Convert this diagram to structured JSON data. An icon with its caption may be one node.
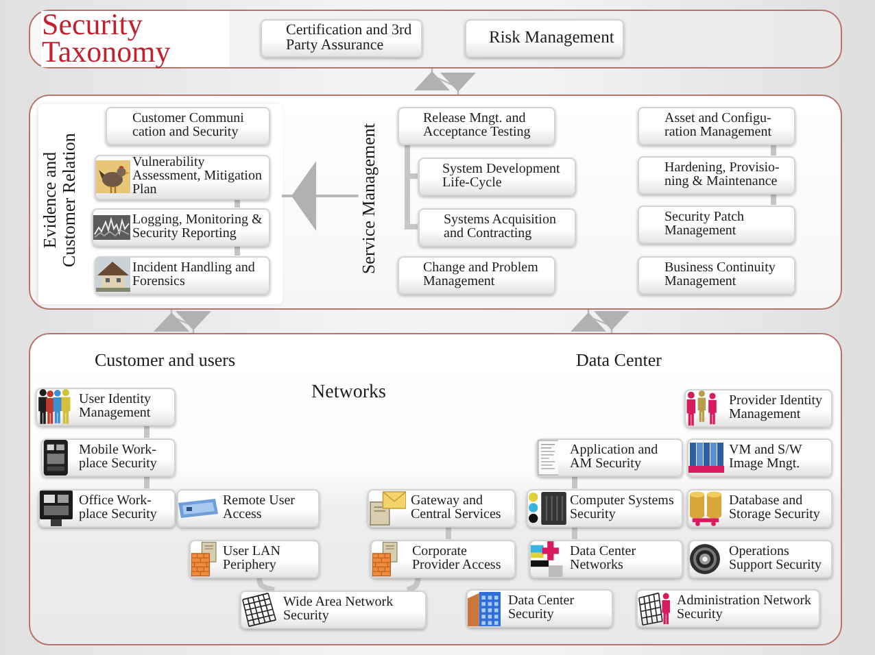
{
  "diagram": {
    "title": "Security Taxonomy",
    "nodes": [
      {
        "text": [],
        "shape": "box"
      },
      {
        "text": [
          "Certification and 3rd Party Assurance"
        ],
        "in": 0
      },
      {
        "text": [
          "Risk Management"
        ],
        "in": 0
      },
      {
        "text": [],
        "shape": "box"
      },
      {
        "text": [
          "Evidence and Customer Relation"
        ],
        "in": 3
      },
      {
        "text": [
          "Customer Communi cation and Security"
        ],
        "in": 4
      },
      {
        "text": [
          "Vulnerability Assessment, Mitigation Plan"
        ],
        "in": 4
      },
      {
        "text": [
          "Logging, Monitoring & Security Reporting"
        ],
        "in": 4
      },
      {
        "text": [
          "Incident Handling and Forensics"
        ],
        "in": 4
      },
      {
        "text": [
          "Service Management"
        ],
        "in": 3
      },
      {
        "text": [
          "Release Mngt. and Acceptance Testing"
        ],
        "in": 3
      },
      {
        "text": [
          "System Development Life-Cycle"
        ],
        "in": 3
      },
      {
        "text": [
          "Systems Acquisition and Contracting"
        ],
        "in": 3
      },
      {
        "text": [
          "Change and Problem Management"
        ],
        "in": 3
      },
      {
        "text": [
          "Asset and Configu- ration Management"
        ],
        "in": 3
      },
      {
        "text": [
          "Hardening, Provisio- ning & Maintenance"
        ],
        "in": 3
      },
      {
        "text": [
          "Security Patch Management"
        ],
        "in": 3
      },
      {
        "text": [
          "Business Continuity Management"
        ],
        "in": 3
      },
      {
        "text": [],
        "shape": "box"
      },
      {
        "text": [
          "User Identity Management"
        ],
        "in": 18
      },
      {
        "text": [
          "Provider Identity Management"
        ],
        "in": 18
      },
      {
        "text": [
          "Mobile Work- place Security"
        ],
        "in": 18
      },
      {
        "text": [
          "Application and AM Security"
        ],
        "in": 18
      },
      {
        "text": [
          "VM and S/W Image Mngt."
        ],
        "in": 18
      },
      {
        "text": [
          "Office Work- place Security"
        ],
        "in": 18
      },
      {
        "text": [
          "Remote User Access"
        ],
        "in": 18
      },
      {
        "text": [
          "Gateway and Central Services"
        ],
        "in": 18
      },
      {
        "text": [
          "Computer Systems Security"
        ],
        "in": 18
      },
      {
        "text": [
          "Database and Storage Security"
        ],
        "in": 18
      },
      {
        "text": [
          "User LAN Periphery"
        ],
        "in": 18
      },
      {
        "text": [
          "Corporate Provider Access"
        ],
        "in": 18
      },
      {
        "text": [
          "Data Center Networks"
        ],
        "in": 18
      },
      {
        "text": [
          "Operations Support Security"
        ],
        "in": 18
      },
      {
        "text": [
          "Wide Area Network Security"
        ],
        "in": 18
      },
      {
        "text": [
          "Data Center Security"
        ],
        "in": 18
      },
      {
        "text": [
          "Administration Network Security"
        ],
        "in": 18
      }
    ],
    "edges": [
      {
        "from": 0,
        "to": 3,
        "arrow": "both"
      },
      {
        "from": 9,
        "to": 4,
        "arrow": "to"
      },
      {
        "from": 3,
        "to": 18,
        "arrow": "both"
      },
      {
        "from": 3,
        "to": 18,
        "arrow": "both"
      },
      {
        "from": 6,
        "to": 7,
        "arrow": "none"
      },
      {
        "from": 7,
        "to": 8,
        "arrow": "none"
      },
      {
        "from": 10,
        "to": 11,
        "arrow": "none"
      },
      {
        "from": 10,
        "to": 12,
        "arrow": "none"
      },
      {
        "from": 14,
        "to": 15,
        "arrow": "none"
      },
      {
        "from": 15,
        "to": 16,
        "arrow": "none"
      },
      {
        "from": 19,
        "to": 21,
        "arrow": "none"
      },
      {
        "from": 21,
        "to": 24,
        "arrow": "none"
      },
      {
        "from": 26,
        "to": 30,
        "arrow": "none"
      },
      {
        "from": 22,
        "to": 27,
        "arrow": "none"
      },
      {
        "from": 27,
        "to": 31,
        "arrow": "none"
      },
      {
        "from": 29,
        "to": 33,
        "arrow": "none"
      },
      {
        "from": 33,
        "to": 30,
        "arrow": "none"
      }
    ],
    "labels": [
      "Customer and users",
      "Networks",
      "Data Center"
    ]
  }
}
